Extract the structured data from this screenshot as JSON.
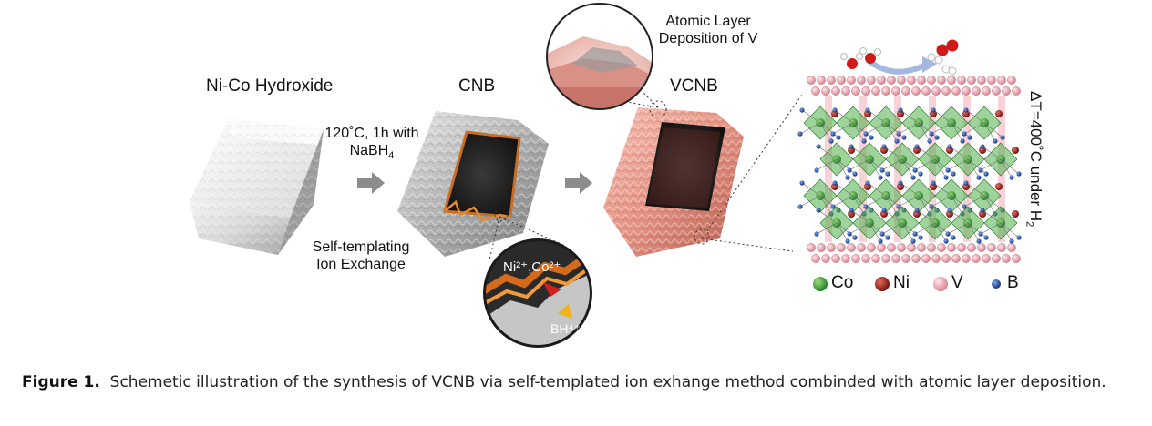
{
  "figure": {
    "label_ni_co": "Ni-Co Hydroxide",
    "label_cnb": "CNB",
    "label_vcnb": "VCNB",
    "step1_line1": "120˚C, 1h with",
    "step1_line2_main": "NaBH",
    "step1_line2_sub": "4",
    "self_templating_line1": "Self-templating",
    "self_templating_line2": "Ion Exchange",
    "ald_line1": "Atomic Layer",
    "ald_line2": "Deposition of V",
    "inset_ions": "Ni²⁺,Co²⁺",
    "inset_bh": "BH⁴⁺",
    "annealing_main": "ΔT=400˚C under H",
    "annealing_sub": "2",
    "legend": [
      {
        "label": "Co",
        "color": "#3aa83a"
      },
      {
        "label": "Ni",
        "color": "#a11a16"
      },
      {
        "label": "V",
        "color": "#f0a0a8"
      },
      {
        "label": "B",
        "color": "#1f4fa8"
      }
    ]
  },
  "caption": {
    "label": "Figure 1.",
    "text": "Schemetic illustration of the synthesis of VCNB via self-templated ion exhange method combinded with atomic layer deposition."
  }
}
